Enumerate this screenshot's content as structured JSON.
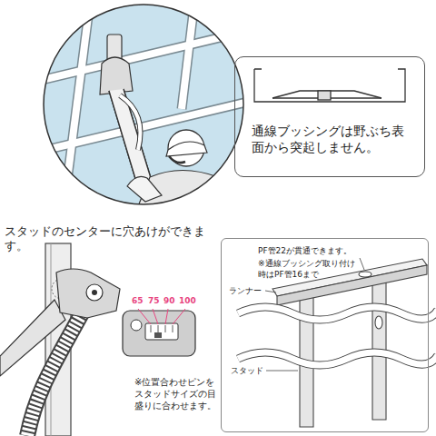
{
  "diagram": {
    "nodes": [
      {
        "text": [
          "通線ブッシングは野ぶち表面から突起しません。"
        ]
      },
      {
        "text": [
          "PF管22が貫通できます。",
          "※通線ブッシング取り付け時はPF管16まで",
          "ランナー",
          "スタッド"
        ]
      }
    ],
    "labels": [
      "スタッドのセンターに穴あけができます。",
      "65",
      "75",
      "90",
      "100",
      "※位置合わせピンをスタッドサイズの目盛りに合わせます。"
    ]
  }
}
